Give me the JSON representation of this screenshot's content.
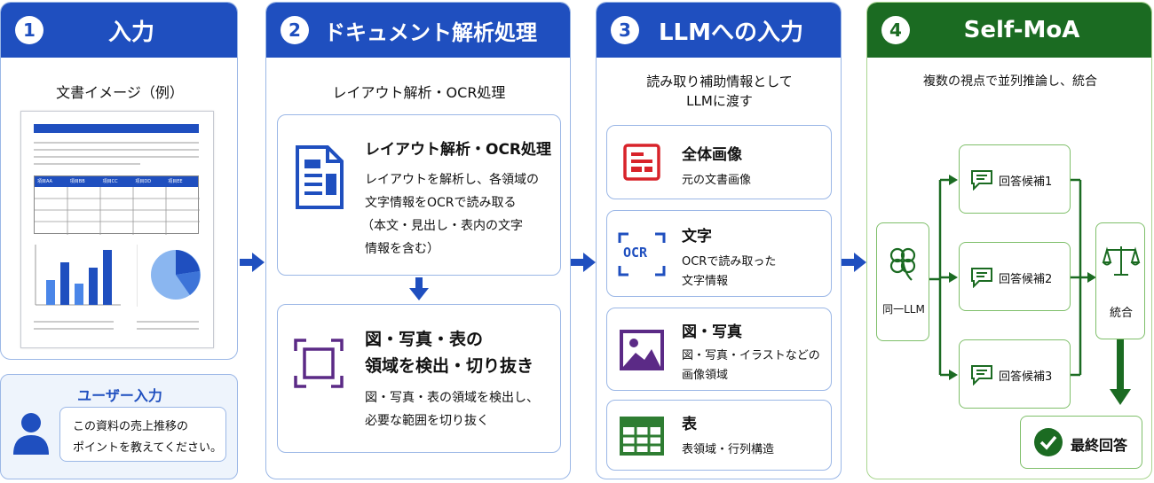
{
  "colors": {
    "blue": "#1f4fbf",
    "green": "#1b6b22",
    "red": "#d8232a",
    "purple": "#5b2a86",
    "tablegreen": "#2e7d32"
  },
  "panel1": {
    "num": "1",
    "title": "入力",
    "doc_label": "文書イメージ（例）",
    "table_headers": [
      "項目AA",
      "項目BB",
      "項目CC",
      "項目DD",
      "項目EE"
    ]
  },
  "user": {
    "title": "ユーザー入力",
    "line1": "この資料の売上推移の",
    "line2": "ポイントを教えてください。"
  },
  "panel2": {
    "num": "2",
    "title": "ドキュメント解析処理",
    "subtitle": "レイアウト解析・OCR処理",
    "card1": {
      "title": "レイアウト解析・OCR処理",
      "l1": "レイアウトを解析し、各領域の",
      "l2": "文字情報をOCRで読み取る",
      "l3": "（本文・見出し・表内の文字",
      "l4": "情報を含む）"
    },
    "card2": {
      "t1": "図・写真・表の",
      "t2": "領域を検出・切り抜き",
      "l1": "図・写真・表の領域を検出し、",
      "l2": "必要な範囲を切り抜く"
    }
  },
  "panel3": {
    "num": "3",
    "title": "LLMへの入力",
    "sub1": "読み取り補助情報として",
    "sub2": "LLMに渡す",
    "items": [
      {
        "title": "全体画像",
        "desc1": "元の文書画像",
        "desc2": ""
      },
      {
        "title": "文字",
        "desc1": "OCRで読み取った",
        "desc2": "文字情報"
      },
      {
        "title": "図・写真",
        "desc1": "図・写真・イラストなどの",
        "desc2": "画像領域"
      },
      {
        "title": "表",
        "desc1": "表領域・行列構造",
        "desc2": ""
      }
    ],
    "ocr_icon_text": "OCR"
  },
  "panel4": {
    "num": "4",
    "title": "Self-MoA",
    "subtitle": "複数の視点で並列推論し、統合",
    "same_llm": "同一LLM",
    "candidates": [
      "回答候補1",
      "回答候補2",
      "回答候補3"
    ],
    "integrate": "統合",
    "final": "最終回答"
  }
}
